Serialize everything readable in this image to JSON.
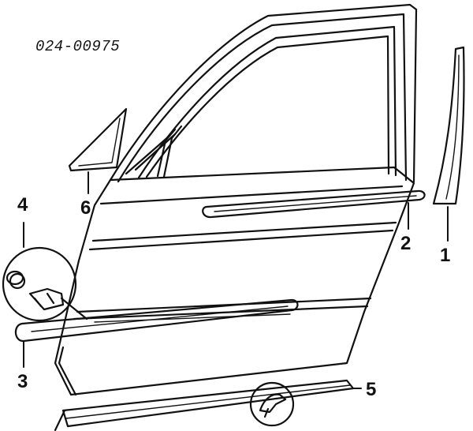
{
  "diagram": {
    "reference_number": "024-00975",
    "callouts": [
      {
        "id": "1",
        "label": "1"
      },
      {
        "id": "2",
        "label": "2"
      },
      {
        "id": "3",
        "label": "3"
      },
      {
        "id": "4",
        "label": "4"
      },
      {
        "id": "5",
        "label": "5"
      },
      {
        "id": "6",
        "label": "6"
      }
    ],
    "line_color": "#111111",
    "background": "#ffffff"
  }
}
